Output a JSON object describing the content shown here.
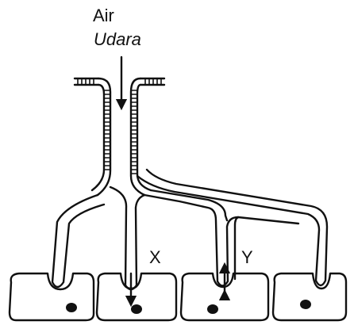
{
  "labels": {
    "air": "Air",
    "udara": "Udara",
    "x": "X",
    "y": "Y"
  },
  "colors": {
    "ink": "#111111",
    "background": "#ffffff"
  }
}
